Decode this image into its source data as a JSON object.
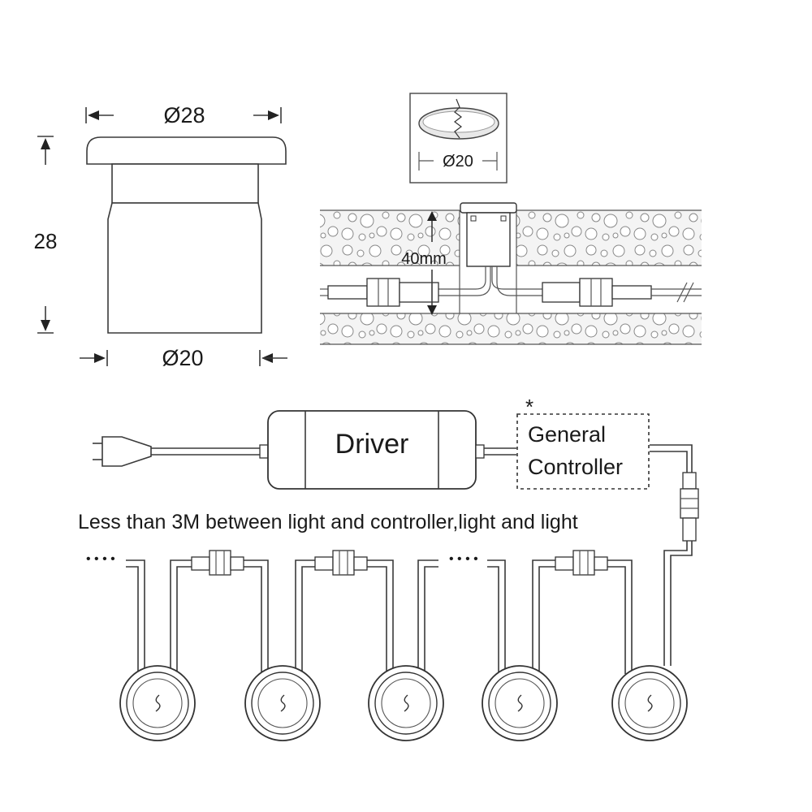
{
  "side_view": {
    "top_diameter": "Ø28",
    "height": "28",
    "bottom_diameter": "Ø20"
  },
  "cutout_detail": {
    "hole_diameter": "Ø20"
  },
  "install_section": {
    "depth_label": "40mm"
  },
  "wiring": {
    "driver_label": "Driver",
    "controller_line1": "General",
    "controller_line2": "Controller",
    "controller_marker": "*",
    "spacing_note": "Less than 3M between light and controller,light and light",
    "ellipsis": "• • • •",
    "light_count": 5
  }
}
